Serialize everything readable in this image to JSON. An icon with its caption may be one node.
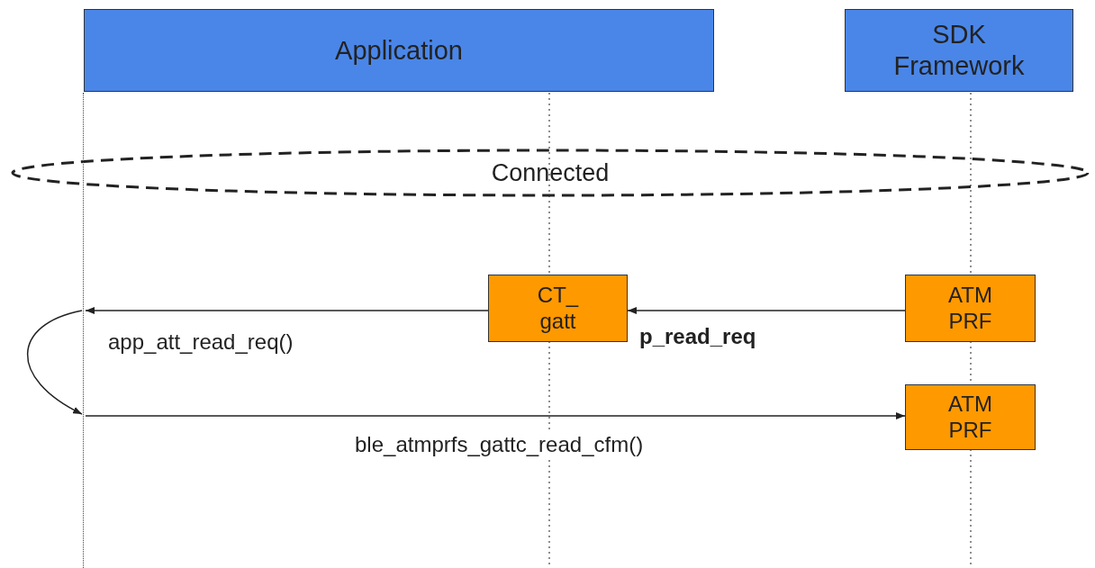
{
  "diagram": {
    "nodes": [
      {
        "text": [
          "Application"
        ]
      },
      {
        "text": [
          "SDK Framework"
        ]
      },
      {
        "text": [
          "Connected"
        ]
      },
      {
        "text": [
          "CT_ gatt"
        ]
      },
      {
        "text": [
          "ATM PRF"
        ]
      },
      {
        "text": [
          "ATM PRF"
        ]
      },
      {
        "text": [],
        "shape": "line"
      }
    ],
    "edges": [
      {
        "from": 4,
        "to": 3,
        "arrow": "to",
        "label": "p_read_req"
      },
      {
        "from": 3,
        "to": 6,
        "arrow": "to",
        "label": "app_att_read_req()"
      },
      {
        "from": 6,
        "to": 6,
        "arrow": "to"
      },
      {
        "from": 6,
        "to": 5,
        "arrow": "to",
        "label": "ble_atmprfs_gattc_read_cfm()"
      }
    ]
  }
}
